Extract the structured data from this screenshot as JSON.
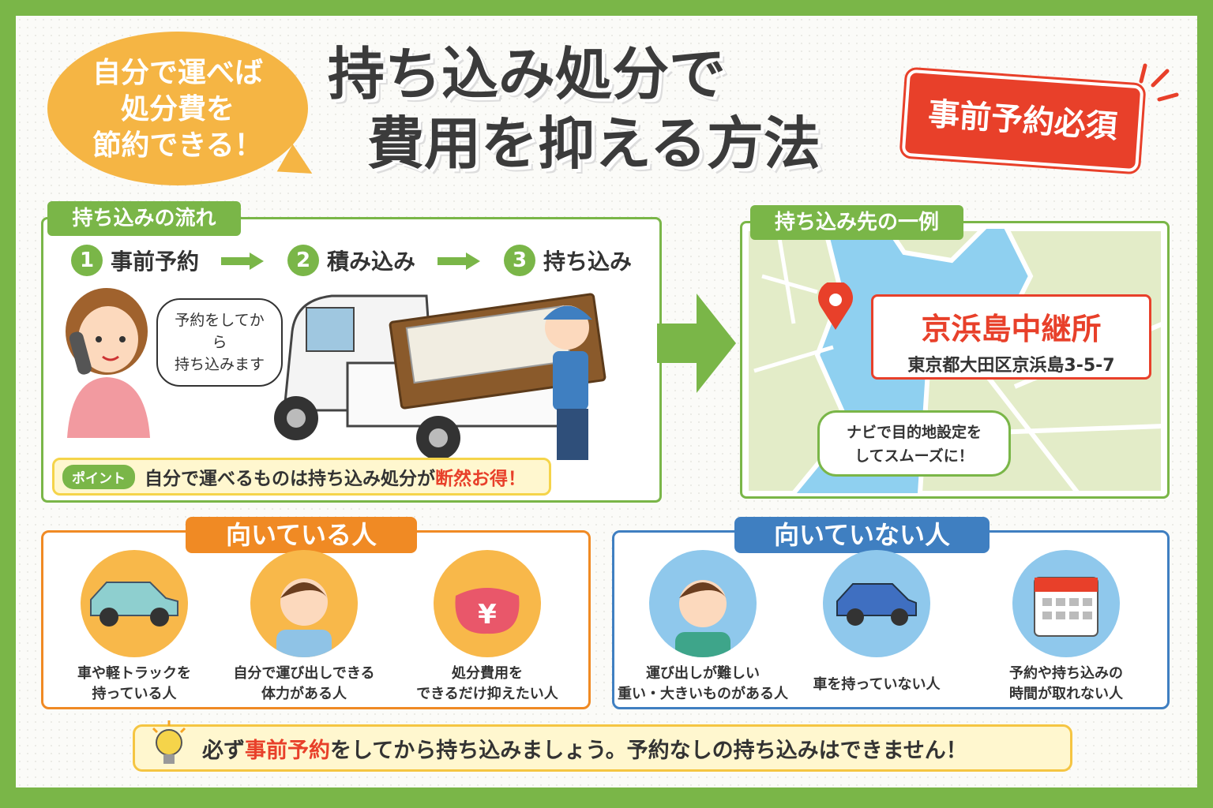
{
  "bubble": {
    "lines": [
      "自分で運べば",
      "処分費を",
      "節約できる！"
    ]
  },
  "title": {
    "line1": "持ち込み処分で",
    "line2": "費用を抑える方法"
  },
  "badge": "事前予約必須",
  "flow": {
    "tab": "持ち込みの流れ",
    "steps": [
      {
        "num": "1",
        "label": "事前予約"
      },
      {
        "num": "2",
        "label": "積み込み"
      },
      {
        "num": "3",
        "label": "持ち込み"
      }
    ],
    "speech": [
      "予約をしてから",
      "持ち込みます"
    ],
    "point_label": "ポイント",
    "point_text": "自分で運べるものは持ち込み処分が",
    "point_emph": "断然お得！"
  },
  "destination": {
    "tab": "持ち込み先の一例",
    "name": "京浜島中継所",
    "address": "東京都大田区京浜島3-5-7",
    "navi": [
      "ナビで目的地設定を",
      "してスムーズに！"
    ]
  },
  "suitable": {
    "title": "向いている人",
    "items": [
      {
        "icon": "car-icon",
        "lines": [
          "車や軽トラックを",
          "持っている人"
        ]
      },
      {
        "icon": "strong-person-icon",
        "lines": [
          "自分で運び出しできる",
          "体力がある人"
        ]
      },
      {
        "icon": "yen-purse-icon",
        "lines": [
          "処分費用を",
          "できるだけ抑えたい人"
        ]
      }
    ]
  },
  "unsuitable": {
    "title": "向いていない人",
    "items": [
      {
        "icon": "worried-person-icon",
        "lines": [
          "運び出しが難しい",
          "重い・大きいものがある人"
        ]
      },
      {
        "icon": "car-icon",
        "lines": [
          "車を持っていない人"
        ]
      },
      {
        "icon": "calendar-icon",
        "lines": [
          "予約や持ち込みの",
          "時間が取れない人"
        ]
      }
    ]
  },
  "footer": {
    "pre": "必ず",
    "emph": "事前予約",
    "post": "をしてから持ち込みましょう。予約なしの持ち込みはできません！"
  },
  "colors": {
    "green": "#7ab648",
    "orange": "#f08a24",
    "blue": "#3f7fc1",
    "red": "#e8402a",
    "yellow": "#f5b544"
  }
}
